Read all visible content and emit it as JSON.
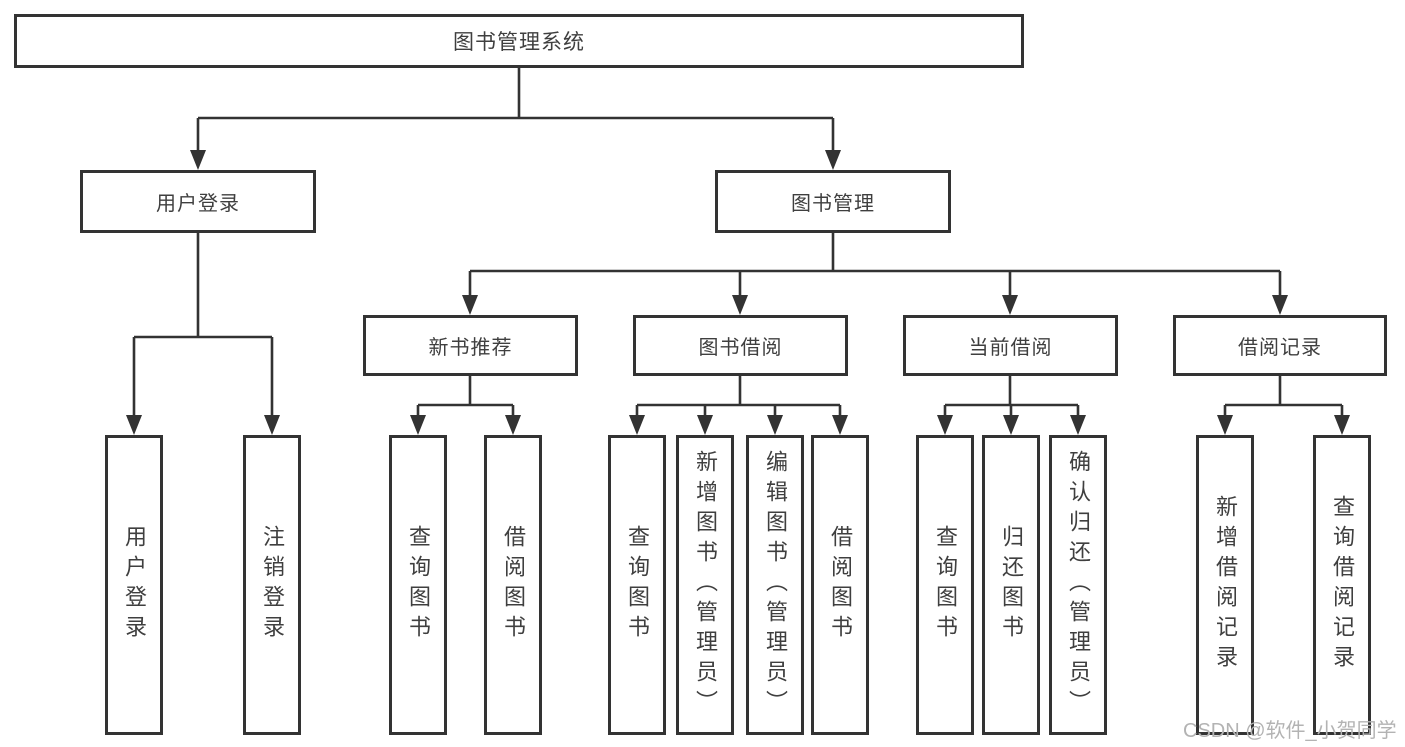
{
  "colors": {
    "line": "#333333",
    "text": "#3f3f3f",
    "watermark": "#b3b3b3",
    "node_background": "#ffffff"
  },
  "diagram": {
    "watermark": "CSDN @软件_小贺同学",
    "root": {
      "label": "图书管理系统",
      "children": [
        {
          "label": "用户登录",
          "children": [
            {
              "label": "用户登录"
            },
            {
              "label": "注销登录"
            }
          ]
        },
        {
          "label": "图书管理",
          "children": [
            {
              "label": "新书推荐",
              "children": [
                {
                  "label": "查询图书"
                },
                {
                  "label": "借阅图书"
                }
              ]
            },
            {
              "label": "图书借阅",
              "children": [
                {
                  "label": "查询图书"
                },
                {
                  "label": "新增图书（管理员）"
                },
                {
                  "label": "编辑图书（管理员）"
                },
                {
                  "label": "借阅图书"
                }
              ]
            },
            {
              "label": "当前借阅",
              "children": [
                {
                  "label": "查询图书"
                },
                {
                  "label": "归还图书"
                },
                {
                  "label": "确认归还（管理员）"
                }
              ]
            },
            {
              "label": "借阅记录",
              "children": [
                {
                  "label": "新增借阅记录"
                },
                {
                  "label": "查询借阅记录"
                }
              ]
            }
          ]
        }
      ]
    }
  }
}
